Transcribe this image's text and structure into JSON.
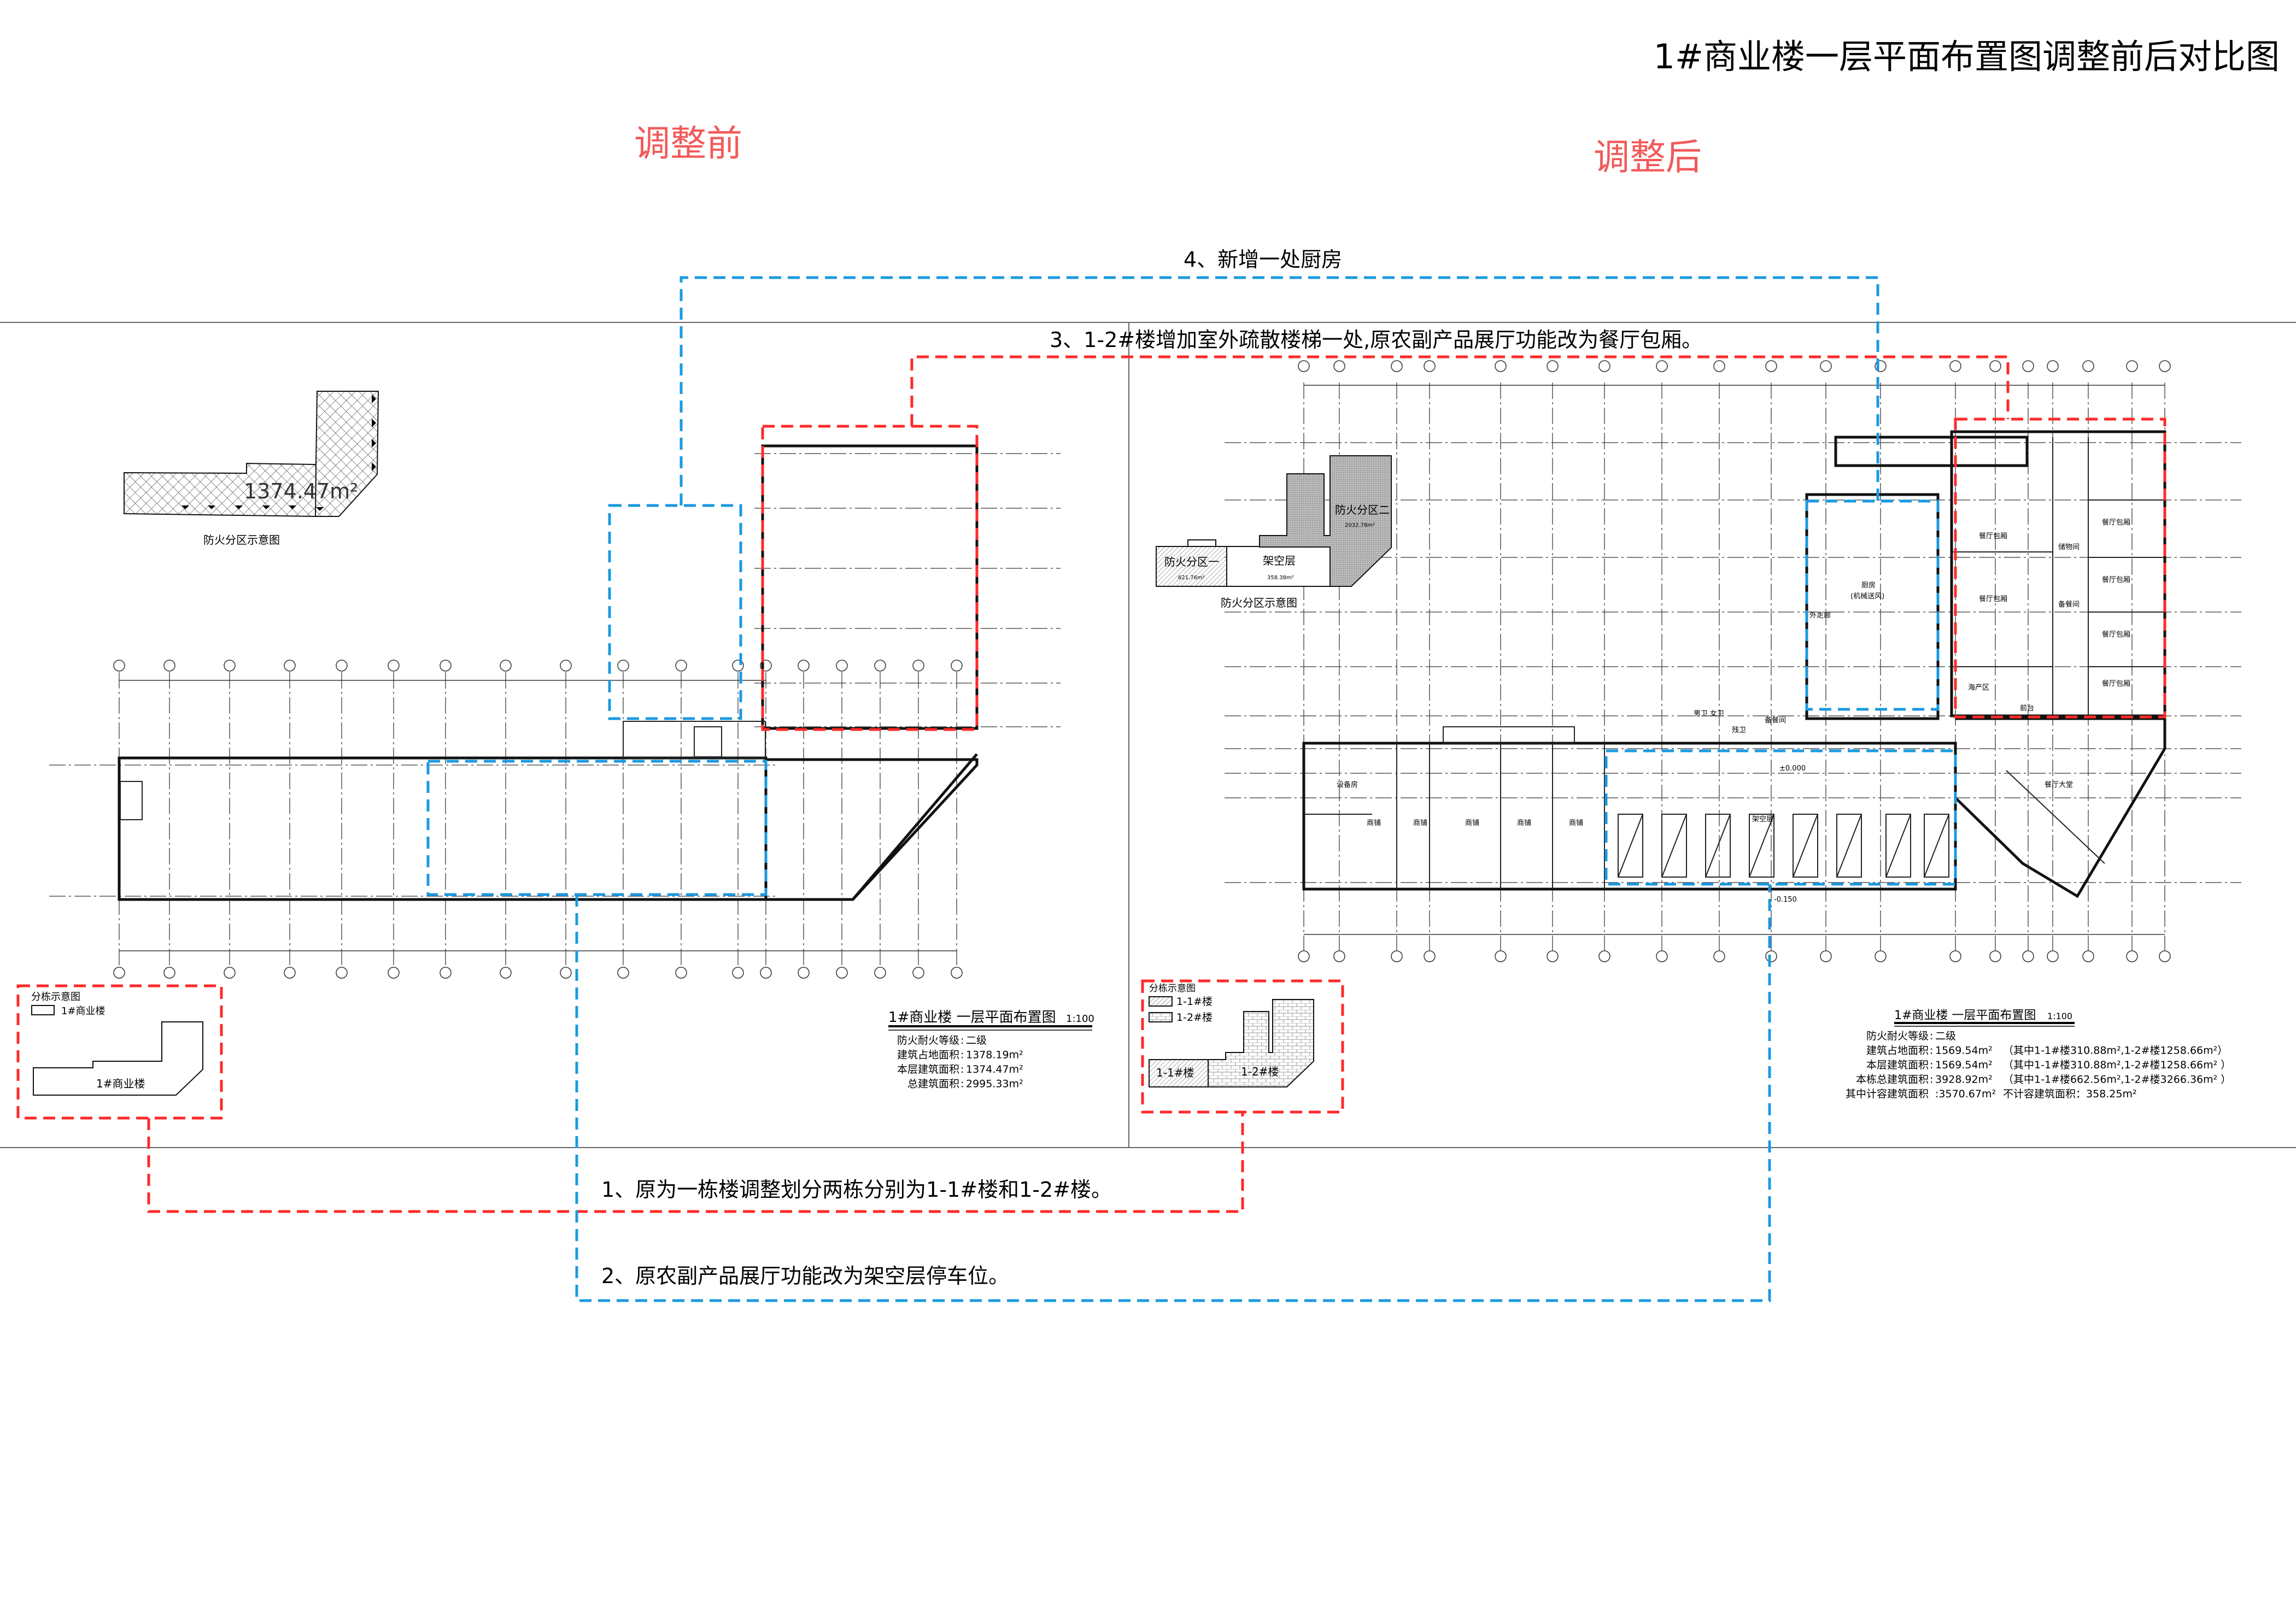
{
  "title": "1#商业楼一层平面布置图调整前后对比图",
  "before_label": "调整前",
  "after_label": "调整后",
  "colors": {
    "red_dash": "#ff2a2a",
    "blue_dash": "#1a9ae0",
    "label_red": "#f25a5a"
  },
  "annotations": {
    "a1": "1、原为一栋楼调整划分两栋分别为1-1#楼和1-2#楼。",
    "a2": "2、原农副产品展厅功能改为架空层停车位。",
    "a3": "3、1-2#楼增加室外疏散楼梯一处,原农副产品展厅功能改为餐厅包厢。",
    "a4": "4、新增一处厨房"
  },
  "before": {
    "fire_zone": {
      "area": "1374.47m²",
      "caption": "防火分区示意图"
    },
    "legend": {
      "title": "分栋示意图",
      "item": "1#商业楼",
      "shape_label": "1#商业楼"
    },
    "plan_title": "1#商业楼  一层平面布置图",
    "scale": "1:100",
    "info": [
      {
        "label": "防火耐火等级",
        "value": "二级"
      },
      {
        "label": "建筑占地面积",
        "value": "1378.19m²"
      },
      {
        "label": "本层建筑面积",
        "value": "1374.47m²"
      },
      {
        "label": "总建筑面积",
        "value": "2995.33m²"
      }
    ]
  },
  "after": {
    "fire_zone": {
      "zone1": "防火分区一",
      "zone1_area": "621.76m²",
      "pilotis": "架空层",
      "pilotis_area": "358.38m²",
      "zone2": "防火分区二",
      "zone2_area": "2032.78m²",
      "caption": "防火分区示意图"
    },
    "legend": {
      "title": "分栋示意图",
      "item1": "1-1#楼",
      "item2": "1-2#楼"
    },
    "rooms": {
      "kitchen": "厨房",
      "kitchen_note": "(机械送风)",
      "corridor": "外走廊",
      "private_room": "餐厅包厢",
      "pantry": "备餐间",
      "storage": "储物间",
      "seafood": "海产区",
      "reception": "前台",
      "lobby": "餐厅大堂",
      "equipment": "设备房",
      "shop": "商铺",
      "pilotis": "架空层",
      "male_wc": "男卫",
      "female_wc": "女卫",
      "accessible_wc": "残卫",
      "elev_pos": "±0.000",
      "elev_neg": "-0.150"
    },
    "plan_title": "1#商业楼  一层平面布置图",
    "scale": "1:100",
    "info": [
      {
        "label": "防火耐火等级",
        "value": "二级",
        "note": ""
      },
      {
        "label": "建筑占地面积",
        "value": "1569.54m²",
        "note": "（其中1-1#楼310.88m²,1-2#楼1258.66m²）"
      },
      {
        "label": "本层建筑面积",
        "value": "1569.54m²",
        "note": "（其中1-1#楼310.88m²,1-2#楼1258.66m² ）"
      },
      {
        "label": "本栋总建筑面积",
        "value": "3928.92m²",
        "note": "（其中1-1#楼662.56m²,1-2#楼3266.36m² ）"
      },
      {
        "label": "其中计容建筑面积",
        "value": ":3570.67m²",
        "note": "不计容建筑面积：358.25m²"
      }
    ]
  }
}
